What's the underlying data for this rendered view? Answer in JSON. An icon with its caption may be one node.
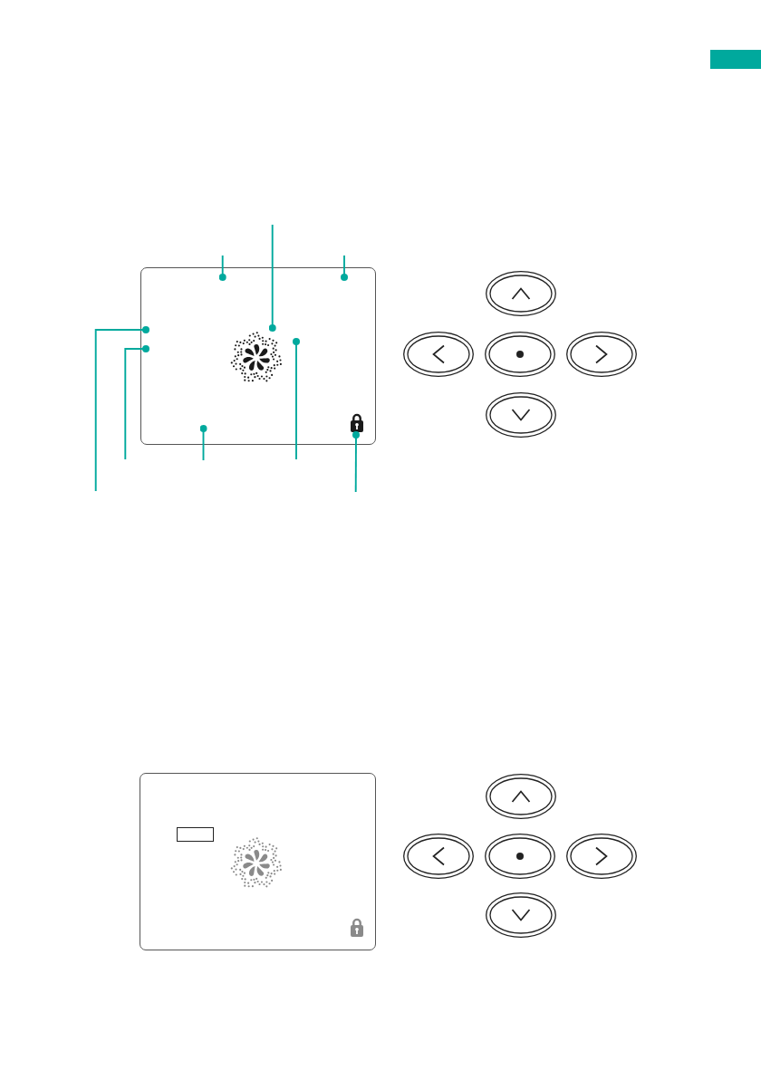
{
  "diagram": {
    "nodes": [
      {
        "text": [],
        "shape": "box"
      },
      {
        "text": [],
        "shape": "picture",
        "in": 0
      },
      {
        "text": [],
        "shape": "lock",
        "in": 0
      },
      {
        "text": [],
        "shape": "ellipse"
      },
      {
        "text": [],
        "shape": "ellipse"
      },
      {
        "text": [],
        "shape": "ellipse"
      },
      {
        "text": [],
        "shape": "ellipse"
      },
      {
        "text": [],
        "shape": "ellipse"
      },
      {
        "text": [],
        "shape": "box"
      },
      {
        "text": [],
        "shape": "box",
        "in": 8
      },
      {
        "text": [],
        "shape": "picture",
        "in": 8
      },
      {
        "text": [],
        "shape": "lock",
        "in": 8
      },
      {
        "text": [],
        "shape": "ellipse"
      },
      {
        "text": [],
        "shape": "ellipse"
      },
      {
        "text": [],
        "shape": "ellipse"
      },
      {
        "text": [],
        "shape": "ellipse"
      },
      {
        "text": [],
        "shape": "ellipse"
      }
    ],
    "edges": [
      {
        "from": null,
        "to": 1,
        "arrow": "other"
      },
      {
        "from": null,
        "to": 0,
        "arrow": "other"
      },
      {
        "from": null,
        "to": 0,
        "arrow": "other"
      },
      {
        "from": null,
        "to": 0,
        "arrow": "other"
      },
      {
        "from": null,
        "to": 0,
        "arrow": "other"
      },
      {
        "from": null,
        "to": 0,
        "arrow": "other"
      },
      {
        "from": null,
        "to": 1,
        "arrow": "other"
      },
      {
        "from": null,
        "to": 2,
        "arrow": "other"
      }
    ]
  }
}
